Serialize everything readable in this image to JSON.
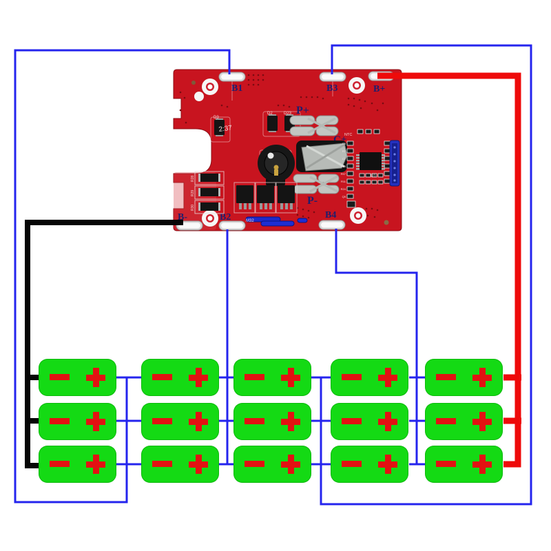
{
  "diagram": {
    "type": "battery-pack-wiring-diagram",
    "description": "Lithium battery BMS protection circuit board wired to a 5-series / 3-parallel pack of cells"
  },
  "colors": {
    "pcb_red": "#c8141f",
    "pcb_red_dark": "#8e0e16",
    "pcb_red_light": "#d6454e",
    "battery_green": "#14da14",
    "symbol_red": "#e21212",
    "wire_blue": "#2424ee",
    "wire_red": "#ee0a0a",
    "wire_black": "#060606",
    "pad_silver": "#dcdcdc",
    "label_navy": "#1e1e6e",
    "silkscreen_white": "#f2dcdc",
    "component_black": "#141414",
    "clip_silver": "#c2c6c2",
    "jumper_blue": "#1c2acc"
  },
  "pcb": {
    "name": "BMS protection board",
    "pads": {
      "b1": "B1",
      "b3": "B3",
      "bplus": "B+",
      "bminus": "B-",
      "b2": "B2",
      "b4": "B4"
    },
    "contacts": {
      "pplus": "P+",
      "cplus": "C+",
      "pminus": "P-"
    },
    "silkscreen": {
      "d3": "D3",
      "d2": "D2",
      "d23": "D23",
      "m1": "M1",
      "u1": "U1",
      "ntc": "NTC",
      "m32": "M32",
      "mark": "2:37",
      "r28": "R28",
      "r29": "R29",
      "r30": "R30"
    },
    "micro_labels": [
      "C5",
      "R7",
      "C7",
      "R58",
      "R57",
      "R11",
      "R24",
      "Q5"
    ]
  },
  "battery_pack": {
    "rows": 3,
    "columns": 5,
    "cells": 15,
    "cell_symbols": {
      "negative": "−",
      "positive": "+"
    },
    "orientation": "negative terminal left, positive terminal right"
  },
  "wires": [
    {
      "id": "b-minus",
      "label": "B-",
      "color": "black",
      "connects": "B- pad to negative terminals of column 1 (rows 1-3)"
    },
    {
      "id": "b1",
      "label": "B1",
      "color": "blue",
      "connects": "B1 pad to junction between column 1 (+) and column 2 (−)"
    },
    {
      "id": "b2",
      "label": "B2",
      "color": "blue",
      "connects": "B2 pad to junction between column 2 (+) and column 3 (−)"
    },
    {
      "id": "b3",
      "label": "B3",
      "color": "blue",
      "connects": "B3 pad to junction between column 3 (+) and column 4 (−)"
    },
    {
      "id": "b4",
      "label": "B4",
      "color": "blue",
      "connects": "B4 pad to junction between column 4 (+) and column 5 (−)"
    },
    {
      "id": "b-plus",
      "label": "B+",
      "color": "red",
      "connects": "B+ pad to positive terminals of column 5 (rows 1-3)"
    }
  ]
}
